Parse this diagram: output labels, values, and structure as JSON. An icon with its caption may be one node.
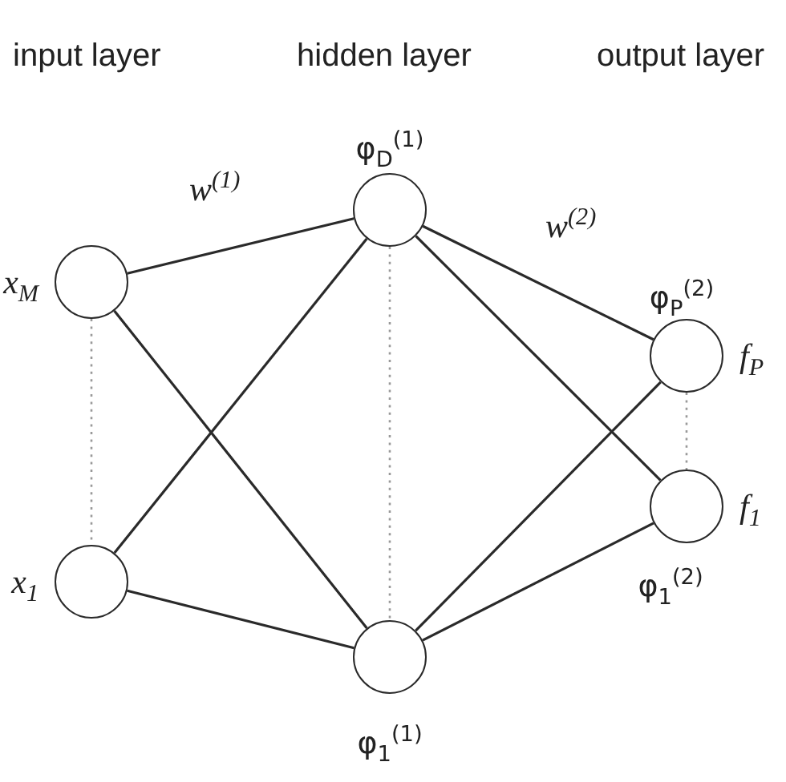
{
  "diagram": {
    "nodes": [
      {
        "text": [],
        "shape": "circle",
        "beside": [
          "x$_{M}$"
        ]
      },
      {
        "text": [],
        "shape": "circle",
        "beside": [
          "x$_{1}$"
        ]
      },
      {
        "text": [
          "φ$_{D}$$^{(1)}$"
        ]
      },
      {
        "text": [
          "φ$_{1}$$^{(1)}$"
        ]
      },
      {
        "text": [
          "φ$_{P}$$^{(2)}$"
        ],
        "beside": [
          "f$_{P}$"
        ]
      },
      {
        "text": [
          "φ$_{1}$$^{(2)}$"
        ],
        "beside": [
          "f$_{1}$"
        ]
      }
    ],
    "edges": [
      {
        "from": 0,
        "to": 2,
        "arrow": "none",
        "label": "w$^{(1)}$"
      },
      {
        "from": 0,
        "to": 3,
        "arrow": "none"
      },
      {
        "from": 1,
        "to": 2,
        "arrow": "none"
      },
      {
        "from": 1,
        "to": 3,
        "arrow": "none"
      },
      {
        "from": 2,
        "to": 4,
        "arrow": "none",
        "label": "w$^{(2)}$"
      },
      {
        "from": 2,
        "to": 5,
        "arrow": "none"
      },
      {
        "from": 3,
        "to": 4,
        "arrow": "none"
      },
      {
        "from": 3,
        "to": 5,
        "arrow": "none"
      },
      {
        "from": 0,
        "to": 1,
        "arrow": "none",
        "style": "dashed",
        "color": "#999999"
      },
      {
        "from": 2,
        "to": 3,
        "arrow": "none",
        "style": "dashed",
        "color": "#999999"
      },
      {
        "from": 4,
        "to": 5,
        "arrow": "none",
        "style": "dashed",
        "color": "#999999"
      }
    ],
    "labels": [
      "input layer",
      "hidden layer",
      "output layer"
    ]
  }
}
